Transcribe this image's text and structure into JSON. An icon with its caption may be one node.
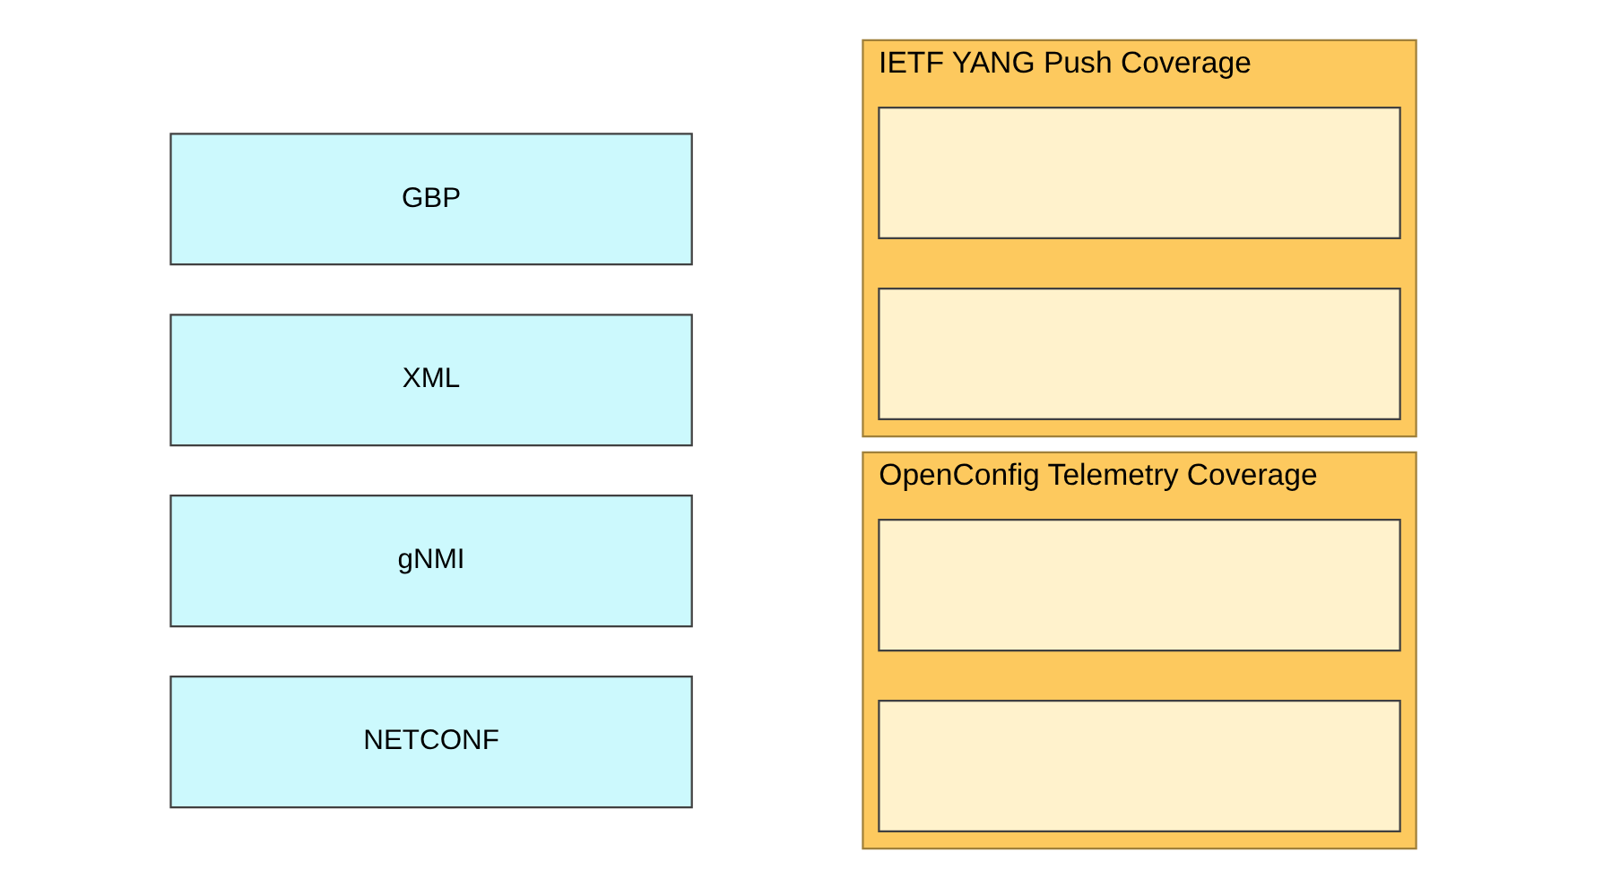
{
  "diagram": {
    "nodes": [
      {
        "text": [
          "GBP"
        ]
      },
      {
        "text": [
          "XML"
        ]
      },
      {
        "text": [
          "gNMI"
        ]
      },
      {
        "text": [
          "NETCONF"
        ]
      },
      {
        "text": [
          "IETF YANG Push Coverage"
        ]
      },
      {
        "text": [],
        "shape": "box",
        "in": 4
      },
      {
        "text": [],
        "shape": "box",
        "in": 4
      },
      {
        "text": [
          "OpenConfig Telemetry Coverage"
        ]
      },
      {
        "text": [],
        "shape": "box",
        "in": 7
      },
      {
        "text": [],
        "shape": "box",
        "in": 7
      }
    ],
    "edges": []
  }
}
